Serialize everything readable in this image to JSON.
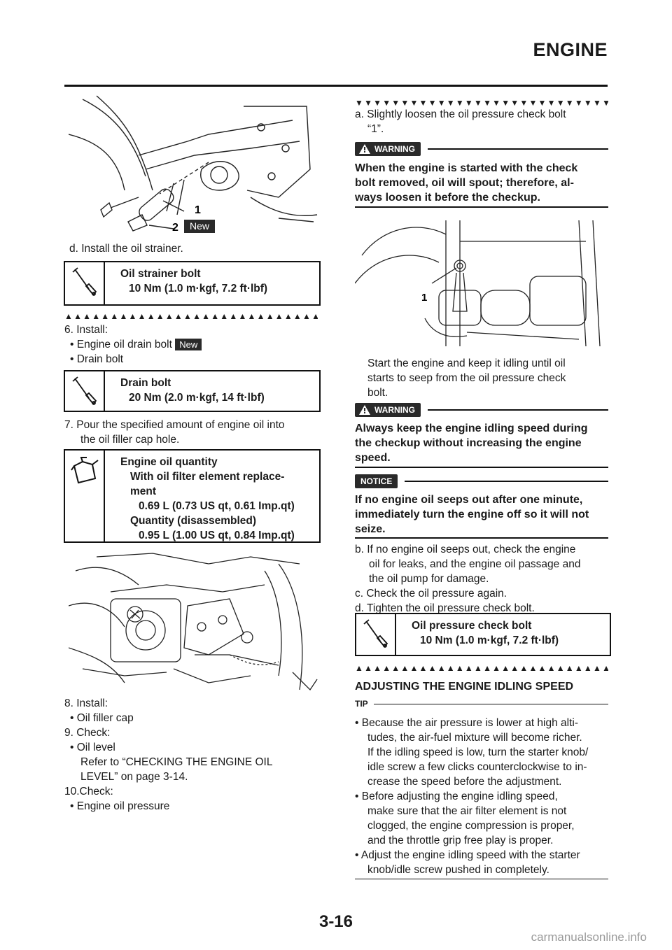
{
  "header": {
    "title": "ENGINE"
  },
  "page_number": "3-16",
  "watermark": "carmanualsonline.info",
  "left": {
    "fig1": {
      "label1": "1",
      "label2": "2",
      "badge": "New"
    },
    "step_d": "d. Install the oil strainer.",
    "box1": {
      "line1": "Oil strainer bolt",
      "line2": "10 Nm (1.0 m·kgf, 7.2 ft·lbf)"
    },
    "step6": "6. Install:",
    "step6_item1": "• Engine oil drain bolt",
    "step6_badge": "New",
    "step6_item2": "• Drain bolt",
    "box2": {
      "line1": "Drain bolt",
      "line2": "20 Nm (2.0 m·kgf, 14 ft·lbf)"
    },
    "step7_l1": "7.  Pour the specified amount of engine oil into",
    "step7_l2": "the oil filler cap hole.",
    "box3": {
      "l1": "Engine oil quantity",
      "l2": "With oil filter element replace-",
      "l3": "ment",
      "l4": "0.69 L (0.73 US qt, 0.61 Imp.qt)",
      "l5": "Quantity (disassembled)",
      "l6": "0.95 L (1.00 US qt, 0.84 Imp.qt)"
    },
    "step8": "8. Install:",
    "step8_item": "• Oil filler cap",
    "step9": "9. Check:",
    "step9_item": "• Oil level",
    "step9_ref1": "Refer to “CHECKING THE ENGINE OIL",
    "step9_ref2": "LEVEL” on page 3-14.",
    "step10": "10.Check:",
    "step10_item": "• Engine oil pressure"
  },
  "right": {
    "step_a1": "a. Slightly loosen the oil pressure check bolt",
    "step_a2": "“1”.",
    "warn1_label": "WARNING",
    "warn1_l1": "When the engine is started with the check",
    "warn1_l2": "bolt removed, oil will spout; therefore, al-",
    "warn1_l3": "ways loosen it before the checkup.",
    "fig_label": "1",
    "start_l1": "Start the engine and keep it idling until oil",
    "start_l2": "starts to seep from the oil pressure check",
    "start_l3": "bolt.",
    "warn2_label": "WARNING",
    "warn2_l1": "Always keep the engine idling speed during",
    "warn2_l2": "the checkup without increasing the engine",
    "warn2_l3": "speed.",
    "notice_label": "NOTICE",
    "notice_l1": "If no engine oil seeps out after one minute,",
    "notice_l2": "immediately turn the engine off so it will not",
    "notice_l3": "seize.",
    "step_b1": "b.  If no engine oil seeps out, check the engine",
    "step_b2": "oil for leaks, and the engine oil passage and",
    "step_b3": "the oil pump for damage.",
    "step_c": "c.  Check the oil pressure again.",
    "step_d": "d.  Tighten the oil pressure check bolt.",
    "box4": {
      "line1": "Oil pressure check bolt",
      "line2": "10 Nm (1.0 m·kgf, 7.2 ft·lbf)"
    },
    "section_title": "ADJUSTING THE ENGINE IDLING SPEED",
    "tip_label": "TIP",
    "tip1_l1": "• Because the air pressure is lower at high alti-",
    "tip1_l2": "tudes, the air-fuel mixture will become richer.",
    "tip1_l3": "If the idling speed is low, turn the starter knob/",
    "tip1_l4": "idle screw a few clicks counterclockwise to in-",
    "tip1_l5": "crease the speed before the adjustment.",
    "tip2_l1": "• Before adjusting the engine idling speed,",
    "tip2_l2": "make sure that the air filter element is not",
    "tip2_l3": "clogged, the engine compression is proper,",
    "tip2_l4": "and the throttle grip free play is proper.",
    "tip3_l1": "• Adjust the engine idling speed with the starter",
    "tip3_l2": "knob/idle screw pushed in completely."
  }
}
